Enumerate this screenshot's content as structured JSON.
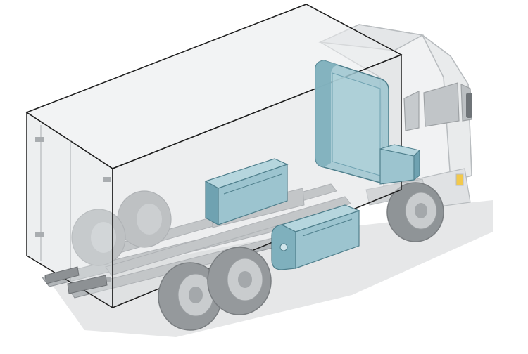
{
  "diagram": {
    "subject": "truck-cutaway",
    "colors": {
      "background": "#ffffff",
      "ground_shadow": "#e6e7e8",
      "cab_body": "#f5f6f6",
      "cab_outline": "#b8bcbf",
      "cab_window": "#c4c8cb",
      "cargo_outline": "#1d1d1d",
      "cargo_tint": "#cfd3d6",
      "chassis": "#a7abae",
      "wheel_tyre": "#9a9ea1",
      "wheel_hub": "#c9ccce",
      "component_fill": "#9cc4cf",
      "component_dark": "#6fa2b1",
      "component_outline": "#4f7f8c"
    },
    "components": [
      {
        "id": "cab-mounted-tank",
        "shape": "upright-rounded-tank"
      },
      {
        "id": "frame-mounted-box",
        "shape": "box"
      },
      {
        "id": "side-tank",
        "shape": "cylindrical-tank"
      },
      {
        "id": "cab-base-box",
        "shape": "box"
      }
    ]
  }
}
